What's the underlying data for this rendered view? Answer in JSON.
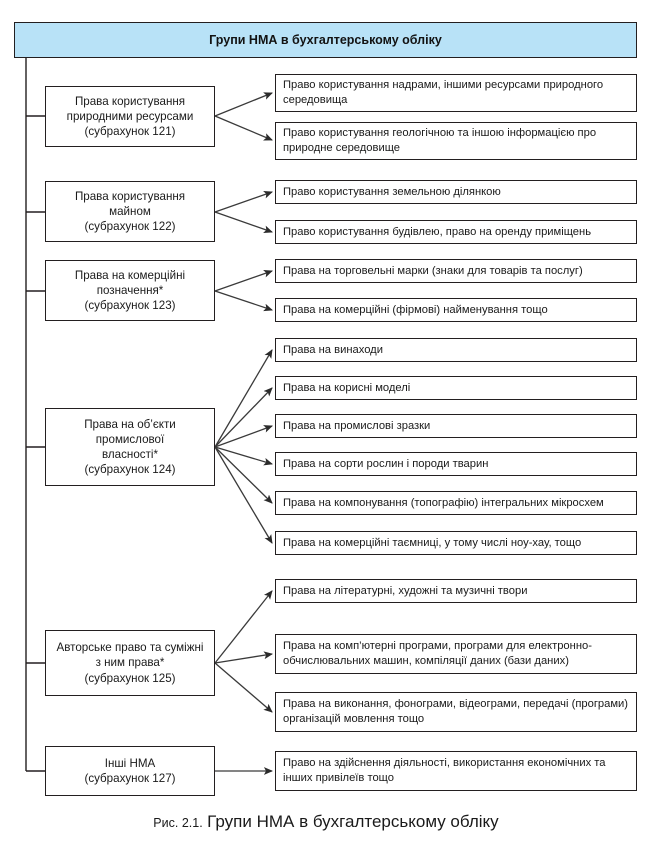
{
  "figure": {
    "header": {
      "label": "Групи НМА в бухгалтерському обліку",
      "fill": "#b8e2f7",
      "border": "#231f20"
    },
    "caption": {
      "prefix": "Рис. 2.1.",
      "title": "Групи НМА в бухгалтерському обліку"
    },
    "groups": [
      {
        "id": "natural-resources",
        "label": "Права користування\nприродними ресурсами\n(субрахунок 121)",
        "account": "субрахунок 121",
        "leaves": [
          {
            "id": "subsoil-rights",
            "label": "Право користування надрами, іншими ресурсами природного середовища"
          },
          {
            "id": "geological-info-rights",
            "label": "Право користування геологічною та іншою інформацією про природне середовище"
          }
        ]
      },
      {
        "id": "property-use",
        "label": "Права користування\nмайном\n(субрахунок 122)",
        "account": "субрахунок 122",
        "leaves": [
          {
            "id": "land-plot-rights",
            "label": "Право користування земельною ділянкою"
          },
          {
            "id": "building-lease-rights",
            "label": "Право користування будівлею, право на оренду приміщень"
          }
        ]
      },
      {
        "id": "commercial-designations",
        "label": "Права на комерційні\nпозначення*\n(субрахунок 123)",
        "account": "субрахунок 123",
        "leaves": [
          {
            "id": "trademark-rights",
            "label": "Права на торговельні марки (знаки для товарів та послуг)"
          },
          {
            "id": "trade-name-rights",
            "label": "Права на комерційні (фірмові) найменування тощо"
          }
        ]
      },
      {
        "id": "industrial-property",
        "label": "Права на об’єкти\nпромислової\nвласності*\n(субрахунок 124)",
        "account": "субрахунок 124",
        "leaves": [
          {
            "id": "invention-rights",
            "label": "Права на винаходи"
          },
          {
            "id": "utility-model-rights",
            "label": "Права на корисні моделі"
          },
          {
            "id": "industrial-design-rights",
            "label": "Права на промислові зразки"
          },
          {
            "id": "plant-animal-breed-rights",
            "label": "Права на сорти рослин і породи тварин"
          },
          {
            "id": "integrated-circuit-rights",
            "label": "Права на компонування (топографію) інтегральних мікросхем"
          },
          {
            "id": "trade-secret-rights",
            "label": "Права на комерційні таємниці, у тому числі ноу-хау, тощо"
          }
        ]
      },
      {
        "id": "copyright-related",
        "label": "Авторське право та суміжні\nз ним права*\n(субрахунок 125)",
        "account": "субрахунок 125",
        "leaves": [
          {
            "id": "literary-works-rights",
            "label": "Права на літературні, художні та музичні  твори"
          },
          {
            "id": "software-database-rights",
            "label": "Права на комп’ютерні програми, програми для електронно-обчислювальних машин, компіляції даних (бази даних)"
          },
          {
            "id": "performance-broadcast-rights",
            "label": "Права на виконання, фонограми, відеограми, передачі (програми) організацій мовлення тощо"
          }
        ]
      },
      {
        "id": "other-intangibles",
        "label": "Інші НМА\n(субрахунок 127)",
        "account": "субрахунок 127",
        "leaves": [
          {
            "id": "activity-privilege-rights",
            "label": "Право на здійснення діяльності, використання економічних та інших привілеїв тощо"
          }
        ]
      }
    ]
  }
}
